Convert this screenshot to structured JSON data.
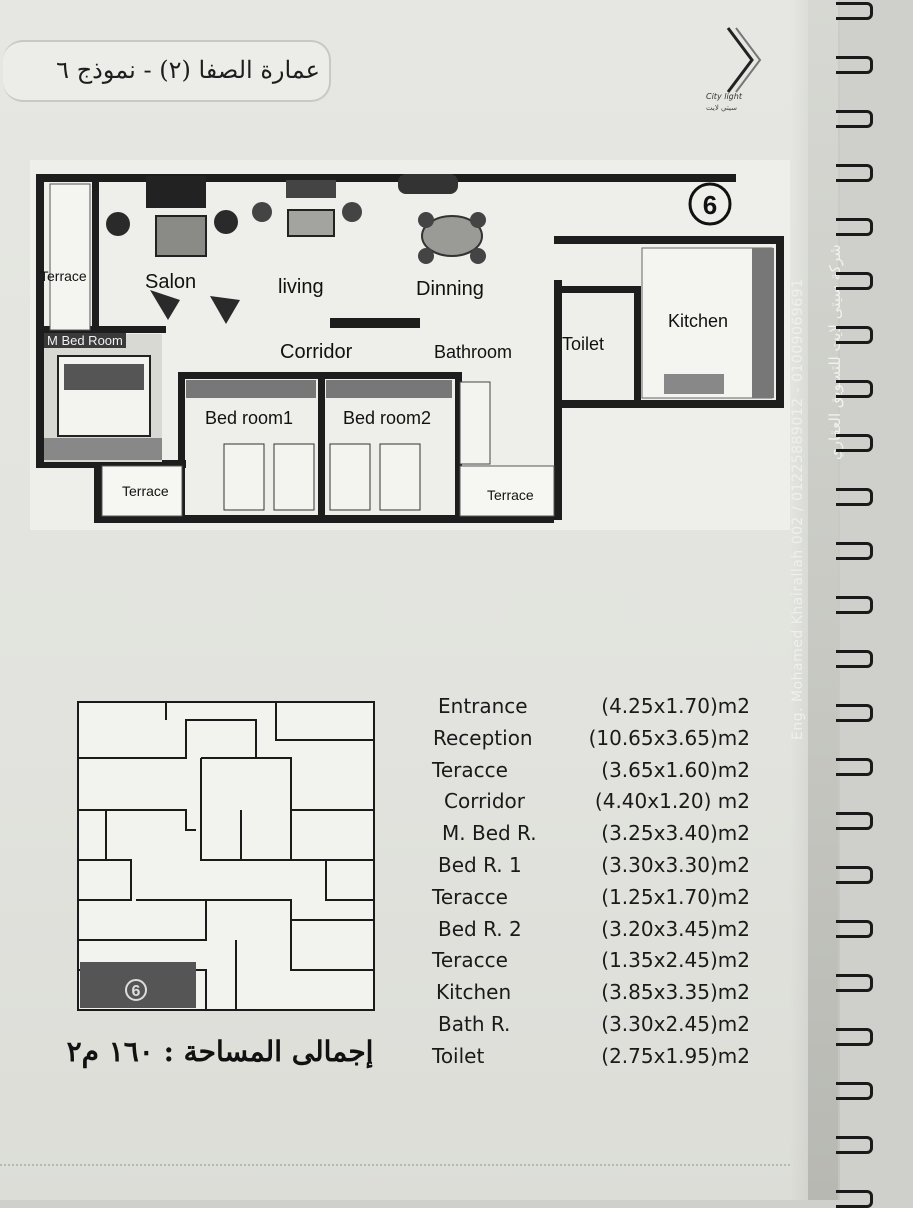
{
  "title": "عمارة الصفا (٢) - نموذج ٦",
  "logo": {
    "name": "City light",
    "name_ar": "سيتي لايت"
  },
  "plan": {
    "unit_number": "6",
    "rooms": {
      "terrace_left": "Terrace",
      "salon": "Salon",
      "living": "living",
      "dinning": "Dinning",
      "kitchen": "Kitchen",
      "toilet": "Toilet",
      "corridor": "Corridor",
      "bathroom": "Bathroom",
      "m_bed_room": "M Bed Room",
      "bed_room1": "Bed room1",
      "bed_room2": "Bed room2",
      "terrace_bottom_left": "Terrace",
      "terrace_bottom_right": "Terrace"
    }
  },
  "key_map": {
    "highlighted_unit": "6"
  },
  "total_area": "إجمالى المساحة : ١٦٠ م٢",
  "specs": [
    {
      "name": "Entrance",
      "dims": "(4.25x1.70)m2"
    },
    {
      "name": "Reception",
      "dims": "(10.65x3.65)m2"
    },
    {
      "name": "Teracce",
      "dims": "(3.65x1.60)m2"
    },
    {
      "name": "Corridor",
      "dims": "(4.40x1.20) m2"
    },
    {
      "name": "M. Bed R.",
      "dims": "(3.25x3.40)m2"
    },
    {
      "name": "Bed R. 1",
      "dims": "(3.30x3.30)m2"
    },
    {
      "name": "Teracce",
      "dims": "(1.25x1.70)m2"
    },
    {
      "name": "Bed R. 2",
      "dims": "(3.20x3.45)m2"
    },
    {
      "name": "Teracce",
      "dims": "(1.35x2.45)m2"
    },
    {
      "name": "Kitchen",
      "dims": "(3.85x3.35)m2"
    },
    {
      "name": "Bath R.",
      "dims": "(3.30x2.45)m2"
    },
    {
      "name": "Toilet",
      "dims": "(2.75x1.95)m2"
    }
  ],
  "side_strip": {
    "credit": "Eng. Mohamed Khairallah",
    "phone": "002 / 01225889012 - 01009069691",
    "arabic": "شركة سيتى لايت للتسويق العقاري"
  }
}
